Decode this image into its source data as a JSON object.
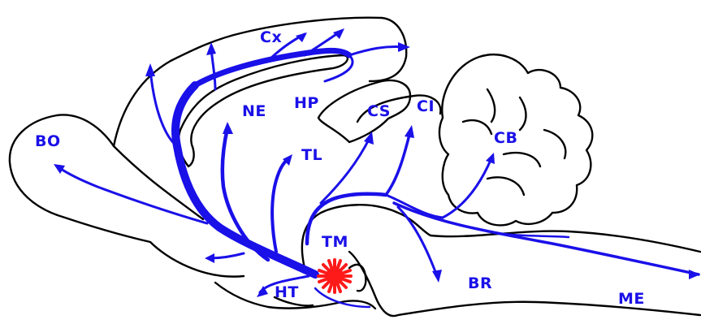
{
  "colors": {
    "outline": "#000000",
    "pathway": "#1a10e8",
    "nucleus": "#ff1a1a",
    "label": "#1a10e8",
    "background": "#ffffff"
  },
  "labels": {
    "cx": "Cx",
    "hp": "HP",
    "ne": "NE",
    "cs": "CS",
    "ci": "CI",
    "bo": "BO",
    "tl": "TL",
    "cb": "CB",
    "tm": "TM",
    "ht": "HT",
    "br": "BR",
    "me": "ME"
  },
  "icons": {
    "nucleus": "star-burst"
  }
}
